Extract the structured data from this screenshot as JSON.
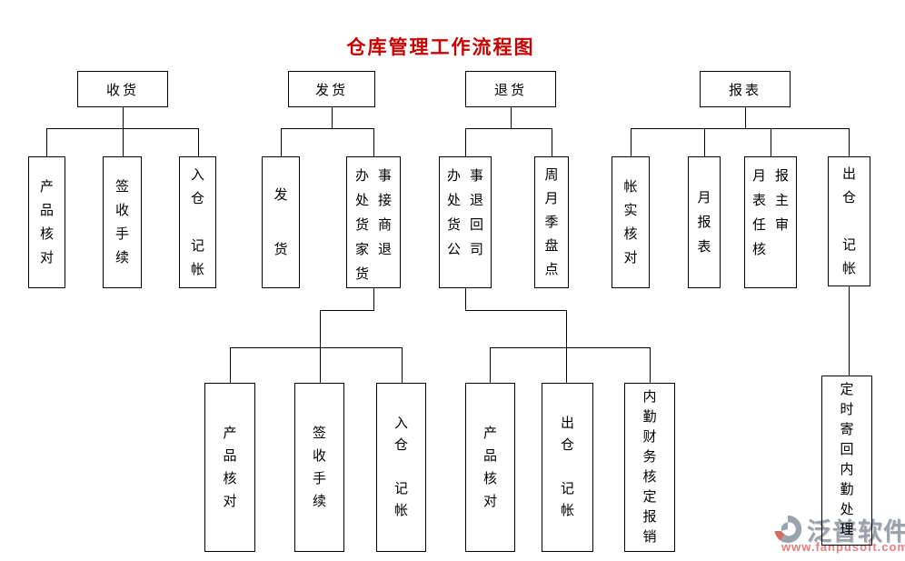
{
  "title": "仓库管理工作流程图",
  "colors": {
    "title": "#cc0000",
    "line": "#000000",
    "watermark_brand": "#9aa3ab",
    "watermark_url": "#e87e7e"
  },
  "flowchart": {
    "receiving": {
      "label": "收货",
      "children": {
        "product_check": "产\n品\n核\n对",
        "signoff": "签\n收\n手\n续",
        "warehouse_in_booking": "入\n仓\n\n记\n帐"
      }
    },
    "shipping": {
      "label": "发货",
      "children": {
        "ship_goods": "发\n\n货",
        "office_handle_returns_left": "办\n处\n货\n家\n货",
        "office_handle_returns_right": "事\n接\n商\n退"
      },
      "grandchildren": {
        "product_check": "产\n品\n核\n对",
        "signoff": "签\n收\n手\n续",
        "warehouse_in_booking": "入\n仓\n\n记\n帐"
      }
    },
    "returns": {
      "label": "退货",
      "children": {
        "office_return_company_left": "办\n处\n货\n公",
        "office_return_company_right": "事\n退\n回\n司",
        "stocktake": "周\n月\n季\n盘\n点"
      },
      "grandchildren": {
        "product_check": "产\n品\n核\n对",
        "warehouse_out_booking": "出\n仓\n\n记\n帐",
        "finance_reimburse": "内\n勤\n财\n务\n核\n定\n报\n销"
      }
    },
    "reports": {
      "label": "报表",
      "children": {
        "account_verify": "帐\n实\n核\n对",
        "monthly_report": "月\n报\n表",
        "supervisor_review_left": "月\n表\n任\n核",
        "supervisor_review_right": "报\n主\n审",
        "warehouse_out_booking": "出\n仓\n\n记\n帐"
      },
      "grandchildren": {
        "mail_back_process": "定\n时\n寄\n回\n内\n勤\n处\n理"
      }
    }
  },
  "watermark": {
    "brand": "泛普软件",
    "url": "www.fanpusoft.com"
  }
}
